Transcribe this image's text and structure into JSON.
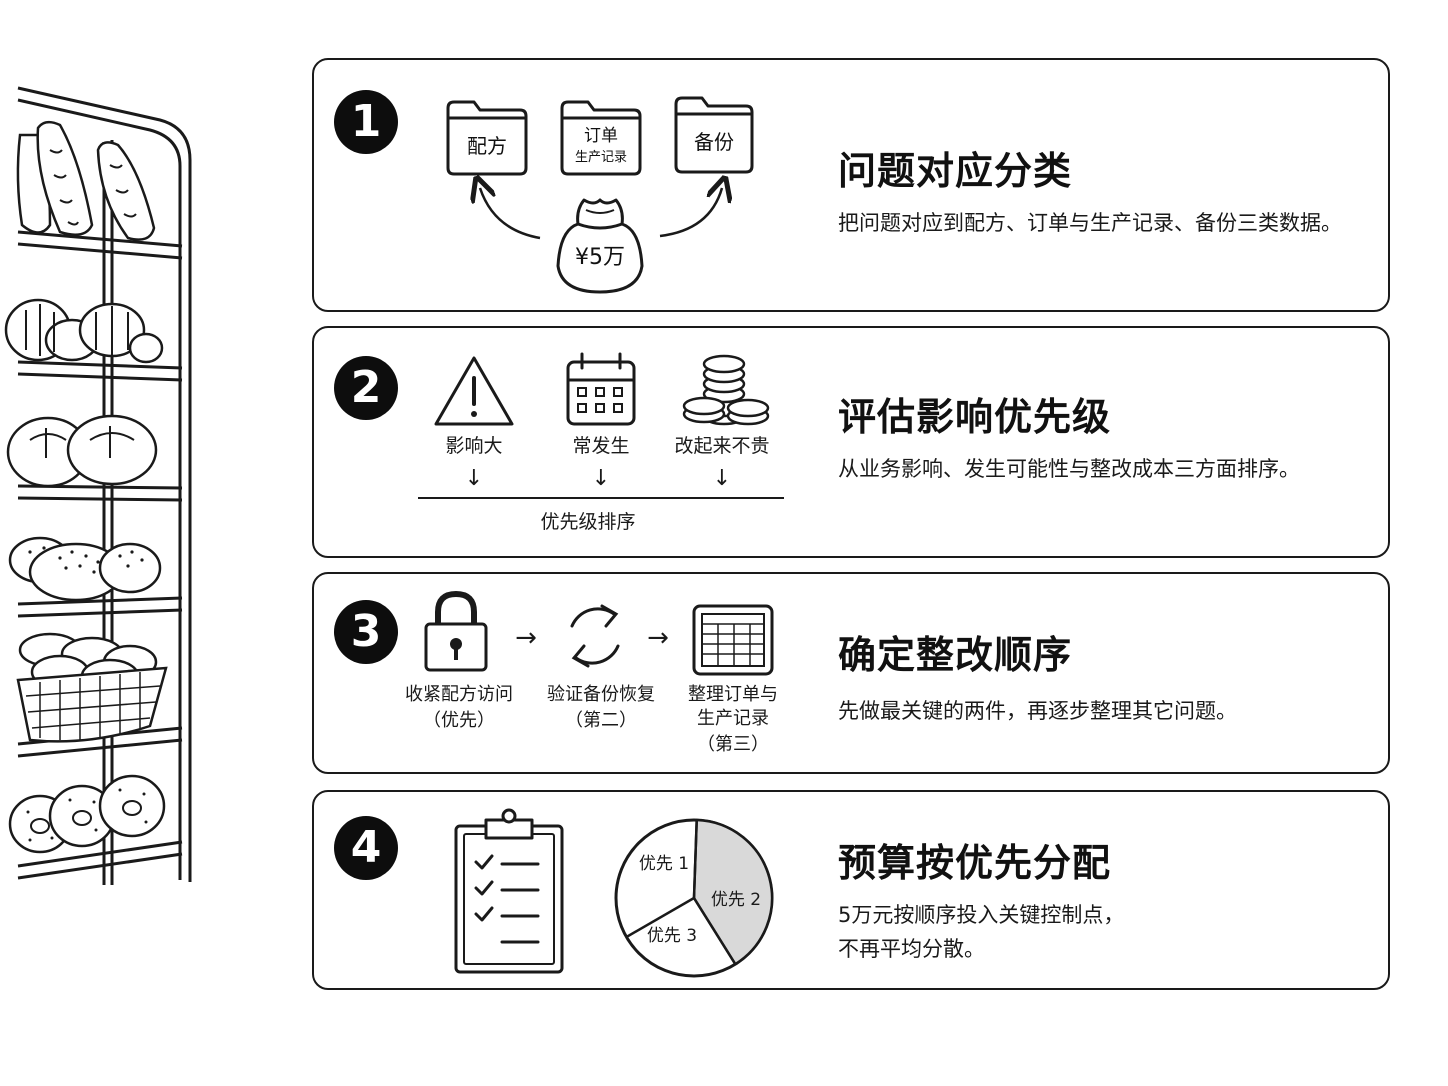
{
  "steps": [
    {
      "number": "1",
      "title": "问题对应分类",
      "description": "把问题对应到配方、订单与生产记录、备份三类数据。",
      "folders": [
        "配方",
        "订单",
        "生产记录",
        "备份"
      ],
      "money_bag": "¥5万"
    },
    {
      "number": "2",
      "title": "评估影响优先级",
      "description": "从业务影响、发生可能性与整改成本三方面排序。",
      "factors": [
        "影响大",
        "常发生",
        "改起来不贵"
      ],
      "arrow": "↓",
      "bottom_label": "优先级排序"
    },
    {
      "number": "3",
      "title": "确定整改顺序",
      "description": "先做最关键的两件，再逐步整理其它问题。",
      "arrow": "→",
      "items": [
        {
          "line1": "收紧配方访问",
          "line2": "（优先）",
          "line3": ""
        },
        {
          "line1": "验证备份恢复",
          "line2": "（第二）",
          "line3": ""
        },
        {
          "line1": "整理订单与",
          "line2": "生产记录",
          "line3": "（第三）"
        }
      ]
    },
    {
      "number": "4",
      "title": "预算按优先分配",
      "description_lines": [
        "5万元按顺序投入关键控制点，",
        "不再平均分散。"
      ],
      "pie": {
        "slice_1": "优先 1",
        "slice_2": "优先 2",
        "slice_3": "优先 3",
        "slice_2_fill": "#d9d9d9"
      }
    }
  ]
}
